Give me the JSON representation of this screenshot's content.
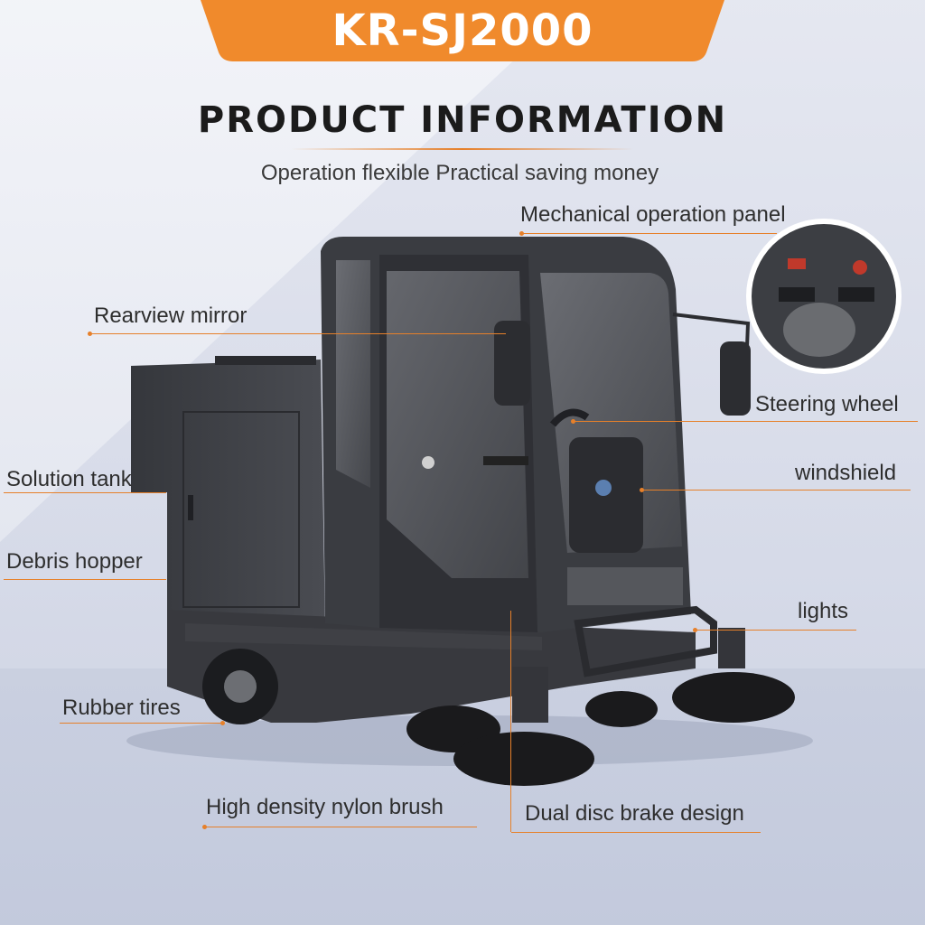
{
  "banner": {
    "model": "KR-SJ2000",
    "color": "#f08a2c"
  },
  "heading": {
    "title": "PRODUCT INFORMATION",
    "subtitle": "Operation flexible Practical saving money"
  },
  "callouts": {
    "panel": "Mechanical  operation panel",
    "mirror": "Rearview mirror",
    "steering": "Steering wheel",
    "solution": "Solution tank",
    "windshield": "windshield",
    "hopper": "Debris hopper",
    "lights": "lights",
    "tires": "Rubber tires",
    "brush": "High density nylon brush",
    "brake": "Dual disc brake design"
  },
  "colors": {
    "accent": "#e6802a",
    "body": "#3d3f44",
    "glass": "#5a5c62"
  }
}
